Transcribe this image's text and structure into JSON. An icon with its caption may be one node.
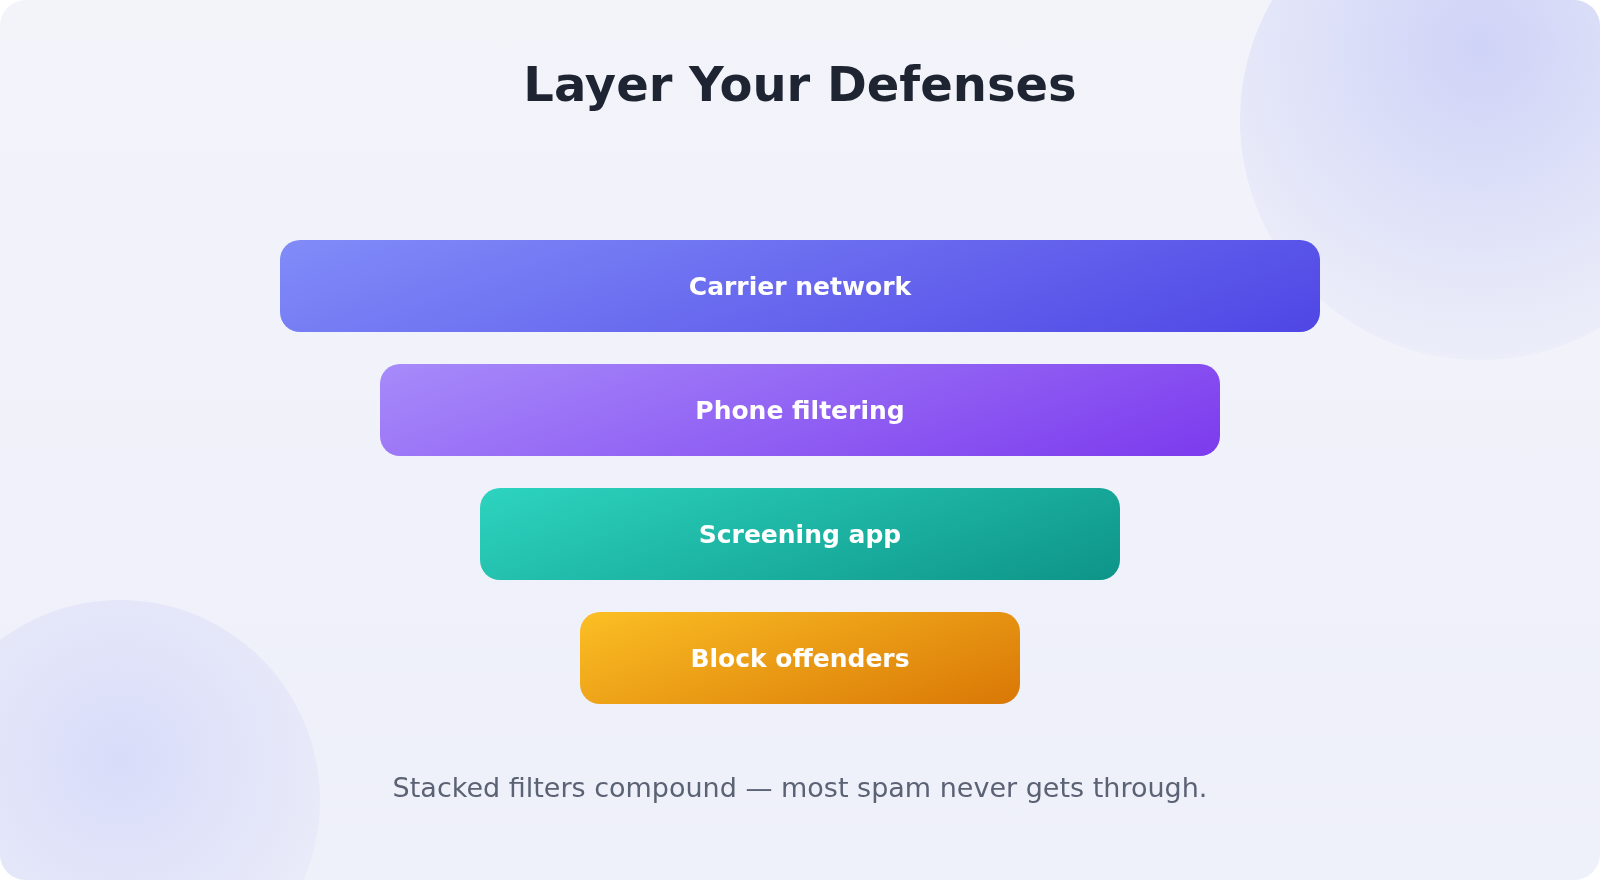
{
  "diagram": {
    "title": "Layer Your Defenses",
    "nodes": [
      {
        "text": [
          "Carrier network"
        ]
      },
      {
        "text": [
          "Phone filtering"
        ]
      },
      {
        "text": [
          "Screening app"
        ]
      },
      {
        "text": [
          "Block offenders"
        ]
      }
    ],
    "caption": "Stacked filters compound — most spam never gets through."
  }
}
